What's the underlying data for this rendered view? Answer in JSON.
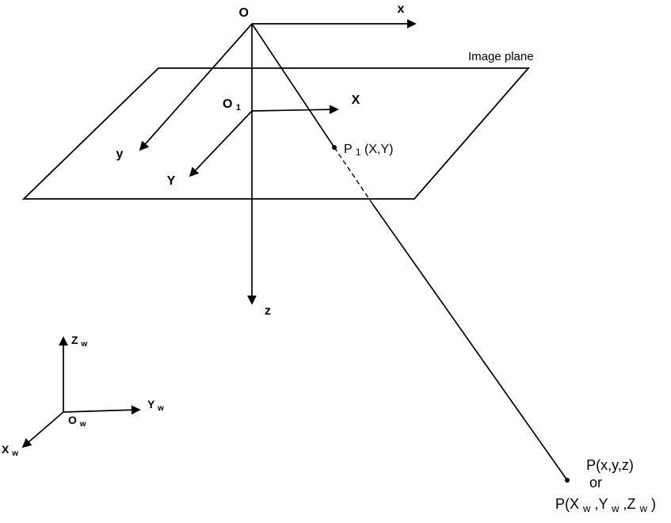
{
  "diagram": {
    "background_color": "#ffffff",
    "line_color": "#000000",
    "camera_frame": {
      "origin": "O",
      "axis_x": "x",
      "axis_y": "y",
      "axis_z": "z"
    },
    "image_plane": {
      "label": "Image plane",
      "origin_base": "O",
      "origin_sub": "1",
      "axis_x": "X",
      "axis_y": "Y"
    },
    "projection_point": {
      "base": "P",
      "sub": "1",
      "rest": "(X,Y)"
    },
    "world_frame": {
      "axis_z_base": "Z",
      "axis_z_sub": "w",
      "axis_y_base": "Y",
      "axis_y_sub": "w",
      "axis_x_base": "X",
      "axis_x_sub": "w",
      "origin_base": "O",
      "origin_sub": "w"
    },
    "scene_point": {
      "line1": "P(x,y,z)",
      "line2": "or",
      "line3_p1": "P(X",
      "line3_s1": "w",
      "line3_p2": ",Y",
      "line3_s2": "w",
      "line3_p3": ",Z",
      "line3_s3": "w",
      "line3_p4": ")"
    }
  }
}
